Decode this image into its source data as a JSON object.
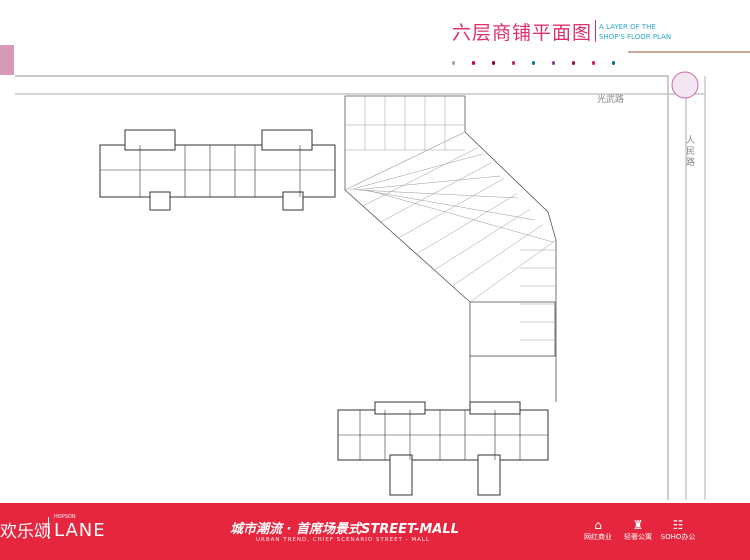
{
  "header": {
    "title": "六层商铺平面图",
    "subtitle_line1": "A LAYER OF THE",
    "subtitle_line2": "SHOP'S FLOOR PLAN",
    "dot_colors": [
      "#9aa",
      "#c06",
      "#803",
      "#c0305a",
      "#1a7a90",
      "#9040a0",
      "#a01040",
      "#d02050",
      "#1a6a90"
    ]
  },
  "map": {
    "road_horizontal": "光武路",
    "road_vertical": "人民路"
  },
  "footer": {
    "logo_cn": "欢乐颂",
    "logo_small": "HOPSON",
    "logo_en": "LANE",
    "slogan": "城市潮流 · 首席场景式STREET-MALL",
    "slogan_en": "URBAN TREND, CHIEF SCENARIO STREET - MALL",
    "features": [
      {
        "icon": "shop-icon",
        "glyph": "⌂",
        "label": "网红商业"
      },
      {
        "icon": "apartment-icon",
        "glyph": "♜",
        "label": "轻奢公寓"
      },
      {
        "icon": "office-icon",
        "glyph": "☷",
        "label": "SOHO办公"
      }
    ],
    "color": "#e6253e"
  }
}
